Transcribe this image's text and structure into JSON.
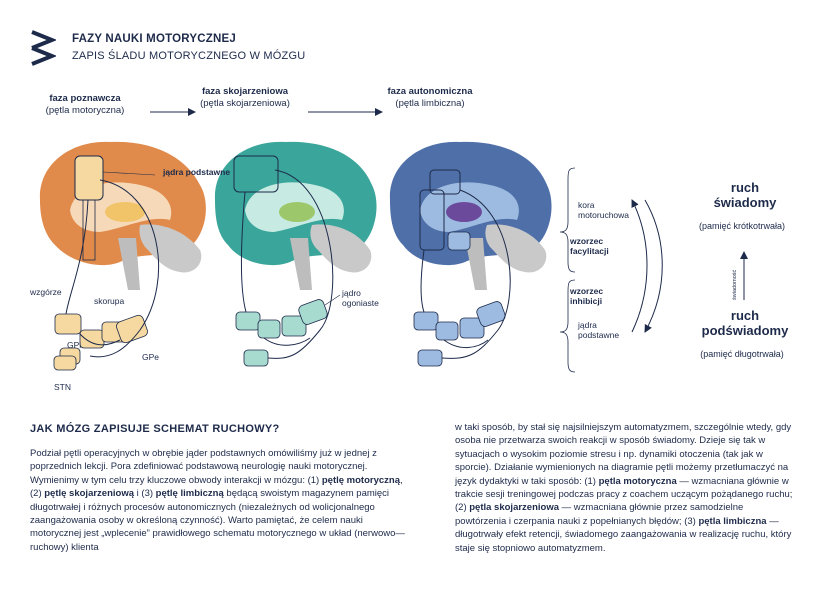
{
  "header": {
    "title": "FAZY NAUKI MOTORYCZNEJ",
    "subtitle": "ZAPIS ŚLADU MOTORYCZNEGO W MÓZGU"
  },
  "phases": [
    {
      "name": "faza poznawcza",
      "loop": "(pętla motoryczna)",
      "color": "#e08a4b"
    },
    {
      "name": "faza skojarzeniowa",
      "loop": "(pętla skojarzeniowa)",
      "color": "#3aa59a"
    },
    {
      "name": "faza autonomiczna",
      "loop": "(pętla limbiczna)",
      "color": "#4e6fa8"
    }
  ],
  "structures": {
    "jadra_podstawne": "jądra podstawne",
    "wzgorze": "wzgórze",
    "skorupa": "skorupa",
    "gpi": "GPi",
    "gpe": "GPe",
    "stn": "STN",
    "jadro_ogoniaste": "jądro ogoniaste"
  },
  "right_panel": {
    "kora": "kora motoruchowa",
    "wzorzec_facylitacji": "wzorzec facylitacji",
    "wzorzec_inhibicji": "wzorzec inhibicji",
    "jadra": "jądra podstawne",
    "ruch_swiadomy": "ruch świadomy",
    "pamiec_krotko": "(pamięć krótkotrwała)",
    "swiadomosc": "świadomość",
    "ruch_podswiadomy": "ruch podświadomy",
    "pamiec_dlugo": "(pamięć długotrwała)"
  },
  "article": {
    "heading": "JAK MÓZG ZAPISUJE SCHEMAT RUCHOWY?",
    "left_p1": "Podział pętli operacyjnych w obrębie jąder podstawnych omówiliśmy już w jednej z poprzednich lekcji. Pora zdefiniować podstawową neurologię nauki motorycznej. Wymienimy w tym celu trzy kluczowe obwody interakcji w mózgu: (1) ",
    "left_b1": "pętlę motoryczną",
    "left_p2": ", (2) ",
    "left_b2": "pętlę skojarzeniową",
    "left_p3": " i (3) ",
    "left_b3": "pętlę limbiczną",
    "left_p4": " będącą swoistym magazynem pamięci długotrwałej i różnych procesów autonomicznych (niezależnych od wolicjonalnego zaangażowania osoby w określoną czynność). Warto pamiętać, że celem nauki motorycznej jest „wplecenie” prawidłowego schematu motorycznego w układ (nerwowo—ruchowy) klienta",
    "right_p1": "w taki sposób, by stał się najsilniejszym automatyzmem, szczególnie wtedy, gdy osoba nie przetwarza swoich reakcji w sposób świadomy. Dzieje się tak w sytuacjach o wysokim poziomie stresu i np. dynamiki otoczenia (tak jak w sporcie). Działanie wymienionych na diagramie pętli możemy przetłumaczyć na język dydaktyki w taki sposób: (1) ",
    "right_b1": "pętla motoryczna",
    "right_p2": " — wzmacniana głównie w trakcie sesji treningowej podczas pracy z coachem uczącym pożądanego ruchu; (2) ",
    "right_b2": "pętla skojarzeniowa",
    "right_p3": " — wzmacniana głównie przez samodzielne powtórzenia i czerpania nauki z popełnianych błędów; (3) ",
    "right_b3": "pętla limbiczna",
    "right_p4": " — długotrwały efekt retencji, świadomego zaangażowania w realizację ruchu, który staje się stopniowo automatyzmem."
  }
}
